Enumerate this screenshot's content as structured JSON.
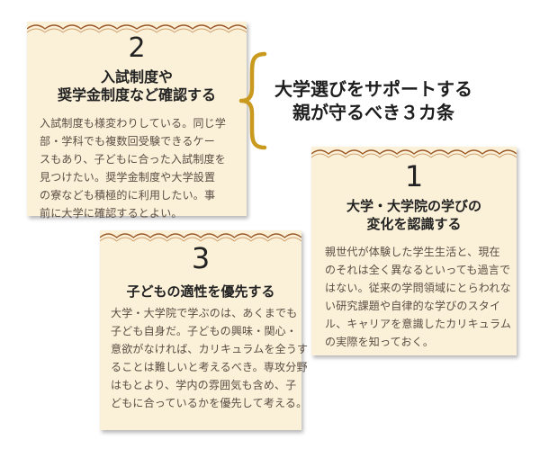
{
  "title": {
    "line1": "大学選びをサポートする",
    "line2": "親が守るべき３カ条"
  },
  "cards": [
    {
      "number": "2",
      "heading": [
        "入試制度や",
        "奨学金制度など確認する"
      ],
      "body": [
        "入試制度も様変わりしている。同じ学",
        "部・学科でも複数回受験できるケー",
        "スもあり、子どもに合った入試制度を",
        "見つけたい。奨学金制度や大学設置",
        "の寮なども積極的に利用したい。事",
        "前に大学に確認するとよい。"
      ]
    },
    {
      "number": "1",
      "heading": [
        "大学・大学院の学びの",
        "変化を認識する"
      ],
      "body": [
        "親世代が体験した学生生活と、現在",
        "のそれは全く異なるといっても過言で",
        "はない。従来の学問領域にとらわれな",
        "い研究課題や自律的な学びのスタイ",
        "ル、キャリアを意識したカリキュラム",
        "の実際を知っておく。"
      ]
    },
    {
      "number": "3",
      "heading": [
        "子どもの適性を優先する"
      ],
      "body": [
        "大学・大学院で学ぶのは、あくまでも",
        "子ども自身だ。子どもの興味・関心・",
        "意欲がなければ、カリキュラムを全うす",
        "ることは難しいと考えるべき。専攻分野",
        "はもとより、学内の雰囲気も含め、子",
        "どもに合っているかを優先して考える。"
      ]
    }
  ],
  "colors": {
    "card_bg": "#fbf0d8",
    "scallop": "#9b5a2a",
    "brace": "#c99a1e",
    "body_text": "#5a4e44"
  }
}
